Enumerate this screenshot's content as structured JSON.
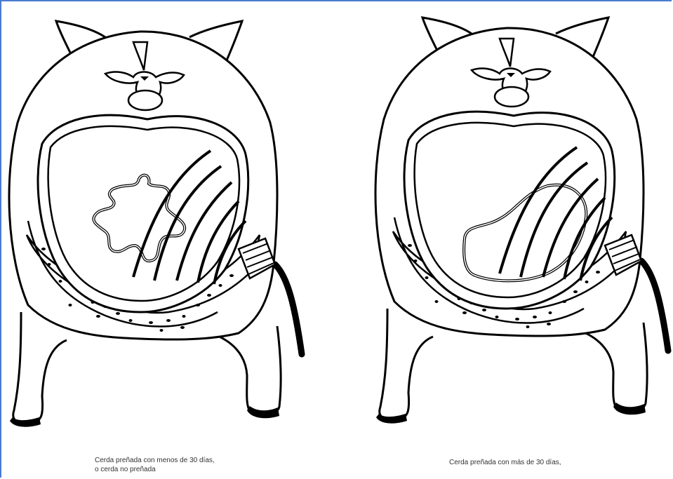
{
  "figure": {
    "left_panel": {
      "caption_line1": "Cerda preñada con menos de 30 días,",
      "caption_line2": "o cerda no preñada"
    },
    "right_panel": {
      "caption_line1": "Cerda preñada con más de 30 días,"
    }
  },
  "colors": {
    "outline": "#000000",
    "frame_border": "#4a7bd0",
    "caption_text": "#333333"
  }
}
